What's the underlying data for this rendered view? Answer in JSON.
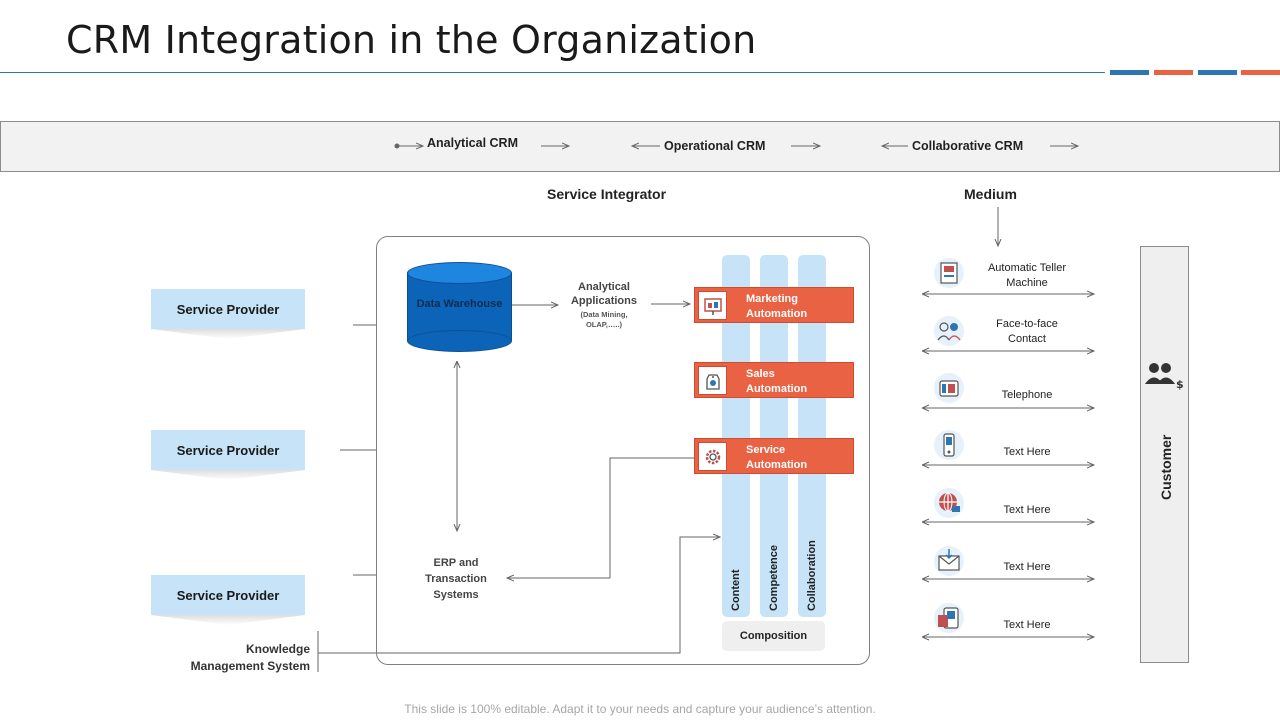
{
  "title": "CRM Integration in the Organization",
  "top_band": {
    "analytical": "Analytical CRM",
    "operational": "Operational CRM",
    "collaborative": "Collaborative CRM"
  },
  "headings": {
    "service_integrator": "Service Integrator",
    "medium": "Medium"
  },
  "service_providers": [
    "Service Provider",
    "Service Provider",
    "Service Provider"
  ],
  "knowledge_management": "Knowledge Management System",
  "data_warehouse": "Data Warehouse",
  "analytical_apps": {
    "title": "Analytical Applications",
    "subtitle": "(Data Mining, OLAP,…..)"
  },
  "erp": "ERP and Transaction Systems",
  "automation": {
    "marketing": "Marketing Automation",
    "sales": "Sales Automation",
    "service": "Service Automation"
  },
  "columns": {
    "content": "Content",
    "competence": "Competence",
    "collaboration": "Collaboration"
  },
  "composition": "Composition",
  "medium_items": [
    {
      "label": "Automatic Teller Machine",
      "icon": "atm-icon"
    },
    {
      "label": "Face-to-face Contact",
      "icon": "face-to-face-icon"
    },
    {
      "label": "Telephone",
      "icon": "telephone-icon"
    },
    {
      "label": "Text Here",
      "icon": "mobile-phone-icon"
    },
    {
      "label": "Text Here",
      "icon": "globe-icon"
    },
    {
      "label": "Text Here",
      "icon": "email-icon"
    },
    {
      "label": "Text Here",
      "icon": "devices-icon"
    }
  ],
  "customer": "Customer",
  "footer": "This slide is 100% editable. Adapt it to your needs and capture your audience’s attention.",
  "colors": {
    "accent_blue": "#2e75b6",
    "accent_orange": "#ea6244",
    "light_blue": "#c6e3f8",
    "cylinder_blue": "#0c64b9"
  }
}
